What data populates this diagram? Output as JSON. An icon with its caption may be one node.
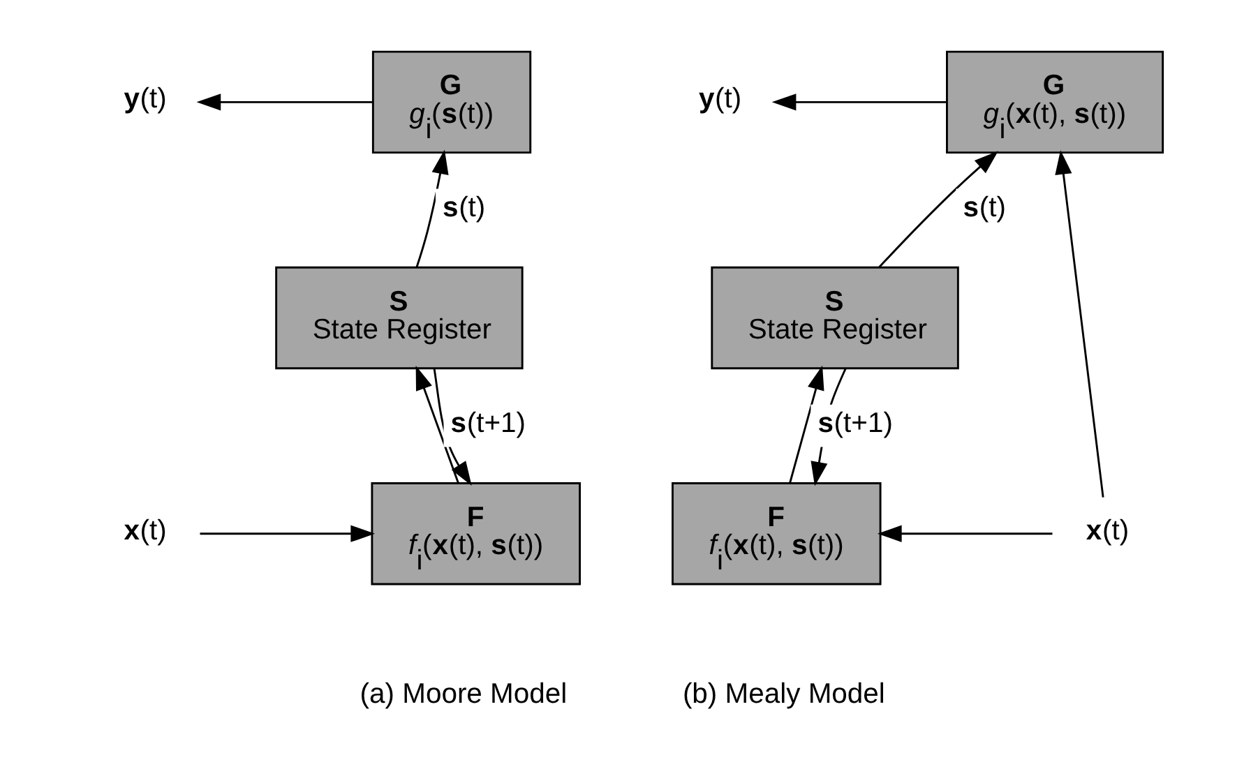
{
  "diagram": {
    "nodes": [
      {
        "text": [
          "G",
          "*g*$_{i}$(**s**(t))"
        ]
      },
      {
        "text": [
          "S",
          "State Register"
        ]
      },
      {
        "text": [
          "F",
          "*f*$_{i}$(**x**(t), **s**(t))"
        ]
      },
      {
        "text": [
          "**y**(t)"
        ]
      },
      {
        "text": [
          "**x**(t)"
        ]
      },
      {
        "text": [
          "G",
          "*g*$_{i}$(**x**(t), **s**(t))"
        ]
      },
      {
        "text": [
          "S",
          "State Register"
        ]
      },
      {
        "text": [
          "F",
          "*f*$_{i}$(**x**(t), **s**(t))"
        ]
      },
      {
        "text": [
          "**y**(t)"
        ]
      },
      {
        "text": [
          "**x**(t)"
        ]
      }
    ],
    "edges": [
      {
        "from": 0,
        "to": 3,
        "arrow": "to"
      },
      {
        "from": 1,
        "to": 0,
        "arrow": "to",
        "label": "**s**(t)"
      },
      {
        "from": 1,
        "to": 2,
        "arrow": "to"
      },
      {
        "from": 2,
        "to": 1,
        "arrow": "to",
        "label": "**s**(t+1)"
      },
      {
        "from": 4,
        "to": 2,
        "arrow": "to"
      },
      {
        "from": 5,
        "to": 8,
        "arrow": "to"
      },
      {
        "from": 9,
        "to": 5,
        "arrow": "to"
      },
      {
        "from": 9,
        "to": 7,
        "arrow": "to"
      },
      {
        "from": 6,
        "to": 5,
        "arrow": "to",
        "label": "**s**(t)"
      },
      {
        "from": 6,
        "to": 7,
        "arrow": "to"
      },
      {
        "from": 7,
        "to": 6,
        "arrow": "to",
        "label": "**s**(t+1)"
      }
    ],
    "labels": [
      "(a) Moore Model",
      "(b) Mealy Model"
    ]
  }
}
